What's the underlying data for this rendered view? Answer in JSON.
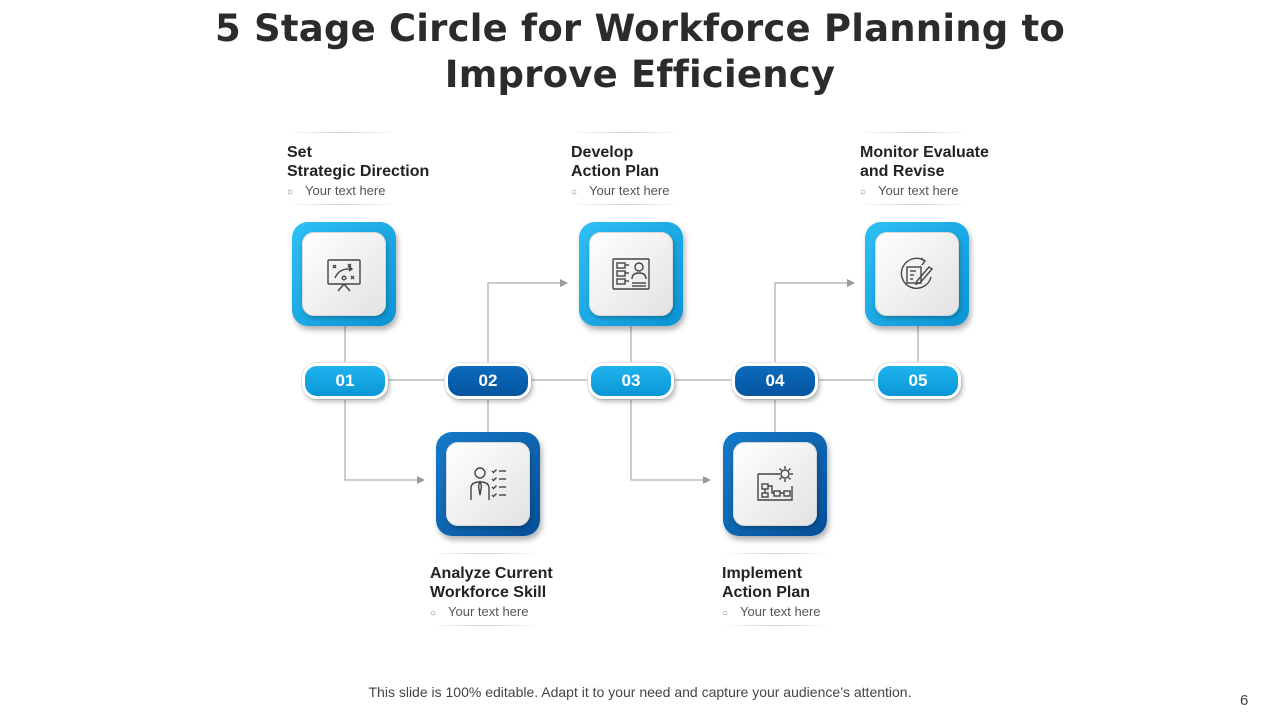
{
  "slide": {
    "title_line1": "5 Stage Circle for Workforce Planning to",
    "title_line2": "Improve Efficiency",
    "footer": "This slide is 100% editable. Adapt it to your need and capture your audience’s attention.",
    "page_number": "6"
  },
  "colors": {
    "light_blue": "#0a96d6",
    "dark_blue": "#05549e",
    "connector": "#9a9a9a"
  },
  "stages": [
    {
      "number": "01",
      "line1": "Set",
      "line2": "Strategic Direction",
      "text": "Your text here",
      "icon": "strategy-board-icon",
      "tone": "light"
    },
    {
      "number": "02",
      "line1": "Analyze Current",
      "line2": "Workforce Skill",
      "text": "Your text here",
      "icon": "employee-checklist-icon",
      "tone": "dark"
    },
    {
      "number": "03",
      "line1": "Develop",
      "line2": "Action Plan",
      "text": "Your text here",
      "icon": "action-plan-profile-icon",
      "tone": "light"
    },
    {
      "number": "04",
      "line1": "Implement",
      "line2": "Action Plan",
      "text": "Your text here",
      "icon": "gear-blueprint-icon",
      "tone": "dark"
    },
    {
      "number": "05",
      "line1": "Monitor Evaluate",
      "line2": "and Revise",
      "text": "Your text here",
      "icon": "edit-review-icon",
      "tone": "light"
    }
  ]
}
